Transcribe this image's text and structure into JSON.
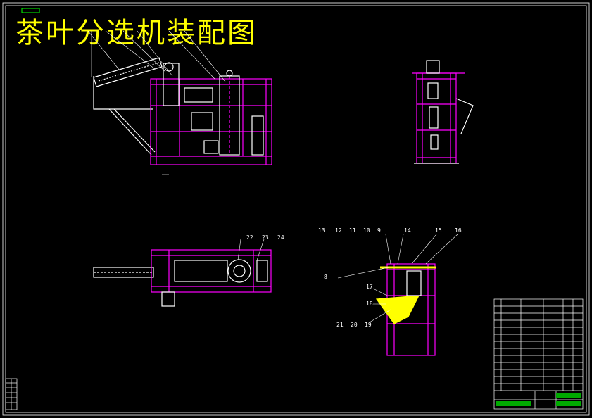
{
  "drawing": {
    "title": "茶叶分选机装配图",
    "colors": {
      "background": "#000000",
      "frame": "#ff00ff",
      "lines": "#ffffff",
      "title": "#ffff00",
      "hatch": "#ffff00",
      "tag": "#00ff00"
    },
    "callouts": [
      "13",
      "12",
      "11",
      "10",
      "9",
      "14",
      "15",
      "16",
      "8",
      "17",
      "18",
      "21",
      "20",
      "19",
      "22",
      "23",
      "24"
    ]
  }
}
